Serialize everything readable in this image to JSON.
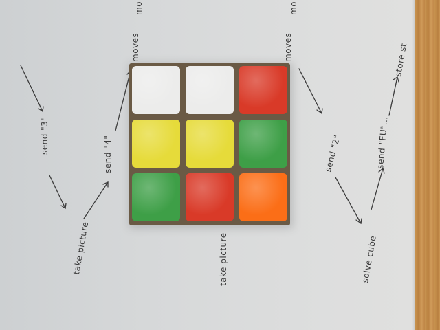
{
  "notes": {
    "send_3": "send \"3\"",
    "send_4": "send \"4\"",
    "send_2": "send \"2\"",
    "send_fu": "send \"FU\"...",
    "take_picture_left": "take picture",
    "take_picture_bottom": "take picture",
    "moves_top": "moves",
    "moves_right": "moves",
    "moves_top_right": "mo",
    "moves_right_right": "mo",
    "solve_cube": "solve cube",
    "store_state": "store st"
  },
  "cube": {
    "rows": [
      [
        "white",
        "white",
        "red"
      ],
      [
        "yellow",
        "yellow",
        "green"
      ],
      [
        "green",
        "red",
        "orange"
      ]
    ]
  },
  "colors": {
    "white": "#ececeb",
    "red": "#d93a28",
    "yellow": "#e6db3a",
    "green": "#3e9f47",
    "orange": "#fb6e17",
    "ink": "#3a3a3a"
  }
}
